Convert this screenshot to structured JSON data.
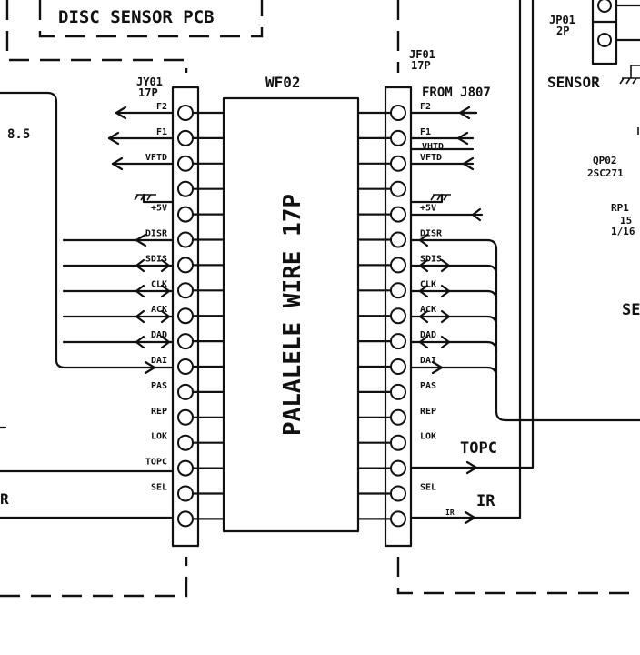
{
  "disc_sensor_pcb": "DISC SENSOR PCB",
  "jy01": {
    "ref": "JY01",
    "pins": "17P"
  },
  "jf01": {
    "ref": "JF01",
    "pins": "17P"
  },
  "wf02": {
    "ref": "WF02",
    "body": "PALALELE WIRE 17P"
  },
  "jp01": {
    "ref": "JP01",
    "pins": "2P"
  },
  "sensor": "SENSOR",
  "from_j807": "FROM J807",
  "left_edge_label": "8.5",
  "left_ir": "R",
  "right_right_ir": "IR",
  "topc_right": "TOPC",
  "qp02": {
    "ref": "QP02",
    "part": "2SC271"
  },
  "rp1": {
    "ref": "RP1",
    "value": "15",
    "rating": "1/16"
  },
  "se": "SE",
  "vhtd": "VHTD",
  "ir_small": "IR",
  "left_pins": [
    "F2",
    "F1",
    "VFTD",
    "",
    "+5V",
    "DISR",
    "SDIS",
    "CLK",
    "ACK",
    "DAD",
    "DAI",
    "PAS",
    "REP",
    "LOK",
    "TOPC",
    "SEL",
    ""
  ],
  "right_pins": [
    "F2",
    "F1",
    "VFTD",
    "",
    "+5V",
    "DISR",
    "SDIS",
    "CLK",
    "ACK",
    "DAD",
    "DAI",
    "PAS",
    "REP",
    "LOK",
    "",
    "SEL",
    ""
  ]
}
